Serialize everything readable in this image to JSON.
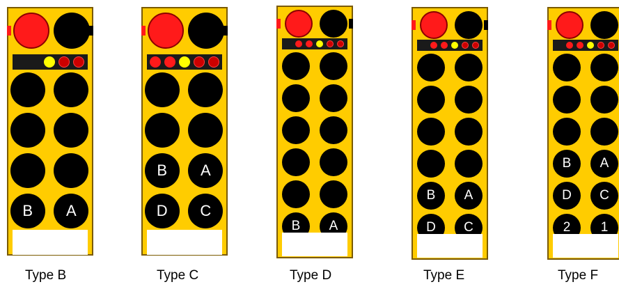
{
  "colors": {
    "body": "#FFCC00",
    "button": "#000000",
    "stop": "#FF1A1A",
    "led_yellow": "#FFFF00",
    "led_red": "#CC0000",
    "label": "#FFFFFF"
  },
  "remotes": [
    {
      "caption": "Type B",
      "strip_leds": [
        "yellow",
        "sym",
        "sym"
      ],
      "button_rows": 4,
      "labels": [
        [
          "",
          ""
        ],
        [
          "",
          ""
        ],
        [
          "",
          ""
        ],
        [
          "B",
          "A"
        ]
      ]
    },
    {
      "caption": "Type C",
      "strip_leds": [
        "red",
        "red",
        "yellow",
        "sym",
        "sym"
      ],
      "button_rows": 4,
      "labels": [
        [
          "",
          ""
        ],
        [
          "",
          ""
        ],
        [
          "B",
          "A"
        ],
        [
          "D",
          "C"
        ]
      ]
    },
    {
      "caption": "Type D",
      "strip_leds": [
        "red",
        "red",
        "yellow",
        "sym",
        "sym"
      ],
      "button_rows": 6,
      "labels": [
        [
          "",
          ""
        ],
        [
          "",
          ""
        ],
        [
          "",
          ""
        ],
        [
          "",
          ""
        ],
        [
          "",
          ""
        ],
        [
          "B",
          "A"
        ]
      ]
    },
    {
      "caption": "Type E",
      "strip_leds": [
        "red",
        "red",
        "yellow",
        "sym",
        "sym"
      ],
      "button_rows": 6,
      "labels": [
        [
          "",
          ""
        ],
        [
          "",
          ""
        ],
        [
          "",
          ""
        ],
        [
          "",
          ""
        ],
        [
          "B",
          "A"
        ],
        [
          "D",
          "C"
        ]
      ]
    },
    {
      "caption": "Type F",
      "strip_leds": [
        "red",
        "red",
        "yellow",
        "sym",
        "sym"
      ],
      "button_rows": 6,
      "labels": [
        [
          "",
          ""
        ],
        [
          "",
          ""
        ],
        [
          "",
          ""
        ],
        [
          "B",
          "A"
        ],
        [
          "D",
          "C"
        ],
        [
          "2",
          "1"
        ]
      ]
    }
  ]
}
